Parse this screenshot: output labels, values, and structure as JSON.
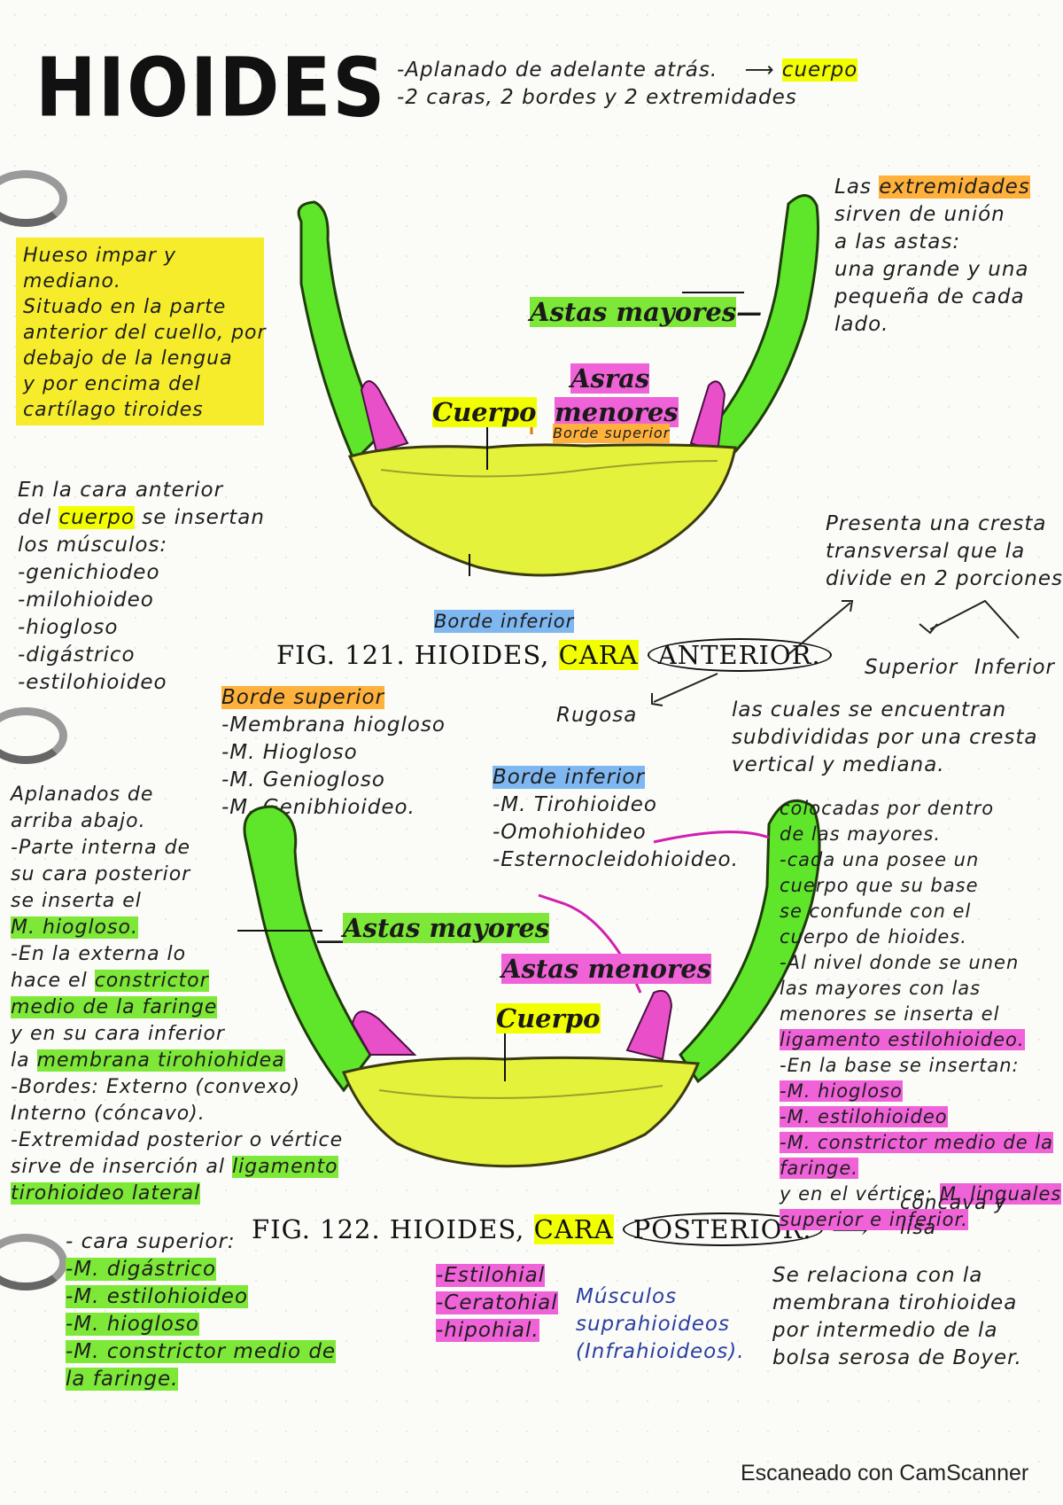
{
  "title": "HIOIDES",
  "intro": [
    "-Aplanado de adelante atrás.",
    "-2 caras, 2 bordes y 2 extremidades"
  ],
  "intro_arrow_target": "cuerpo",
  "yellow_note": [
    "Hueso impar y",
    "mediano.",
    "Situado en la parte",
    "anterior del cuello, por",
    "debajo de la lengua",
    "y por encima del",
    "cartílago tiroides"
  ],
  "extremidades_note": {
    "prefix": "Las ",
    "highlight": "extremidades",
    "lines": [
      "sirven de unión",
      "a las astas:",
      "una grande y una",
      "pequeña de cada",
      "lado."
    ]
  },
  "fig121": {
    "caption_prefix": "FIG. 121. HIOIDES,",
    "caption_cara": "CARA",
    "caption_face": "ANTERIOR.",
    "labels": {
      "astas_mayores": "Astas mayores",
      "astas_menores_1": "Asras",
      "astas_menores_2": "menores",
      "cuerpo": "Cuerpo",
      "borde_superior": "Borde superior",
      "borde_inferior": "Borde inferior"
    }
  },
  "cara_anterior_note": {
    "lines": [
      "En la cara anterior",
      "del",
      "los músculos:"
    ],
    "cuerpo_word": "cuerpo",
    "cuerpo_rest": "se insertan",
    "muscles": [
      "-genichiodeo",
      "-milohioideo",
      "-hiogloso",
      "-digástrico",
      "-estilohioideo"
    ]
  },
  "cresta_note": [
    "Presenta una cresta",
    "transversal que la",
    "divide en 2 porciones"
  ],
  "porciones": [
    "Superior",
    "Inferior"
  ],
  "rugosa": "Rugosa",
  "subdivididas_note": [
    "las cuales se encuentran",
    "subdivididas por una cresta",
    "vertical y mediana."
  ],
  "borde_superior_block": {
    "heading": "Borde superior",
    "items": [
      "-Membrana hiogloso",
      "-M. Hiogloso",
      "-M. Geniogloso",
      "-M. Genibhioideo."
    ]
  },
  "borde_inferior_block": {
    "heading": "Borde inferior",
    "items": [
      "-M. Tirohioideo",
      "-Omohiohideo",
      "-Esternocleidohioideo."
    ]
  },
  "left_mid_note": {
    "lines1": [
      "Aplanados de",
      "arriba abajo.",
      "-Parte interna de",
      "su cara posterior",
      "se inserta el"
    ],
    "hiogloso": "M. hiogloso.",
    "externa": "-En la externa lo",
    "hace": "hace el",
    "constrictor": "constrictor",
    "medio": "medio de la faringe",
    "inferior": "y en su cara inferior",
    "la": "la",
    "membrana": "membrana tirohiohidea",
    "bordes": "-Bordes: Externo (convexo)",
    "interno": "Interno (cóncavo).",
    "extremidad": "-Extremidad posterior o vértice",
    "sirve": "sirve de inserción al",
    "ligamento": "ligamento",
    "tirohioideo": "tirohioideo lateral"
  },
  "right_mid_note": {
    "lines": [
      "colocadas por dentro",
      "de las mayores.",
      "-cada una posee un",
      "cuerpo que su base",
      "se confunde con el",
      "cuerpo de hioides.",
      "-Al nivel donde se unen",
      "las mayores con las",
      "menores se inserta el"
    ],
    "ligamento": "ligamento estilohioideo.",
    "base": "-En la base se insertan:",
    "base_items": [
      "-M. hiogloso",
      "-M. estilohioideo",
      "-M. constrictor medio de la",
      "faringe."
    ],
    "vertice_prefix": "y en el vértice:",
    "vertice_hl1": "M. linguales",
    "vertice_hl2": "superior e inferior."
  },
  "fig122": {
    "caption_prefix": "FIG. 122. HIOIDES,",
    "caption_cara": "CARA",
    "caption_face": "POSTERIOR.",
    "labels": {
      "astas_mayores": "Astas mayores",
      "astas_menores": "Astas menores",
      "cuerpo": "Cuerpo"
    }
  },
  "concava": [
    "cóncava y",
    "lisa"
  ],
  "cara_superior": {
    "heading": "- cara superior:",
    "items": [
      "-M. digástrico",
      "-M. estilohioideo",
      "-M. hiogloso",
      "-M. constrictor medio de",
      "la faringe."
    ]
  },
  "hial_list": [
    "-Estilohial",
    "-Ceratohial",
    "-hipohial."
  ],
  "musculos_note": [
    "Músculos",
    "suprahioideos",
    "(Infrahioideos)."
  ],
  "bolsa_note": [
    "Se relaciona con la",
    "membrana tirohioidea",
    "por intermedio de la",
    "bolsa serosa de Boyer."
  ],
  "footer": "Escaneado con CamScanner",
  "colors": {
    "yellow": "#f2ff00",
    "green": "#7de837",
    "pink": "#f062d8",
    "orange": "#ffb13b",
    "blue": "#7fb7f0",
    "bone_green": "#5fe62b",
    "bone_yellow": "#e4f23c"
  }
}
